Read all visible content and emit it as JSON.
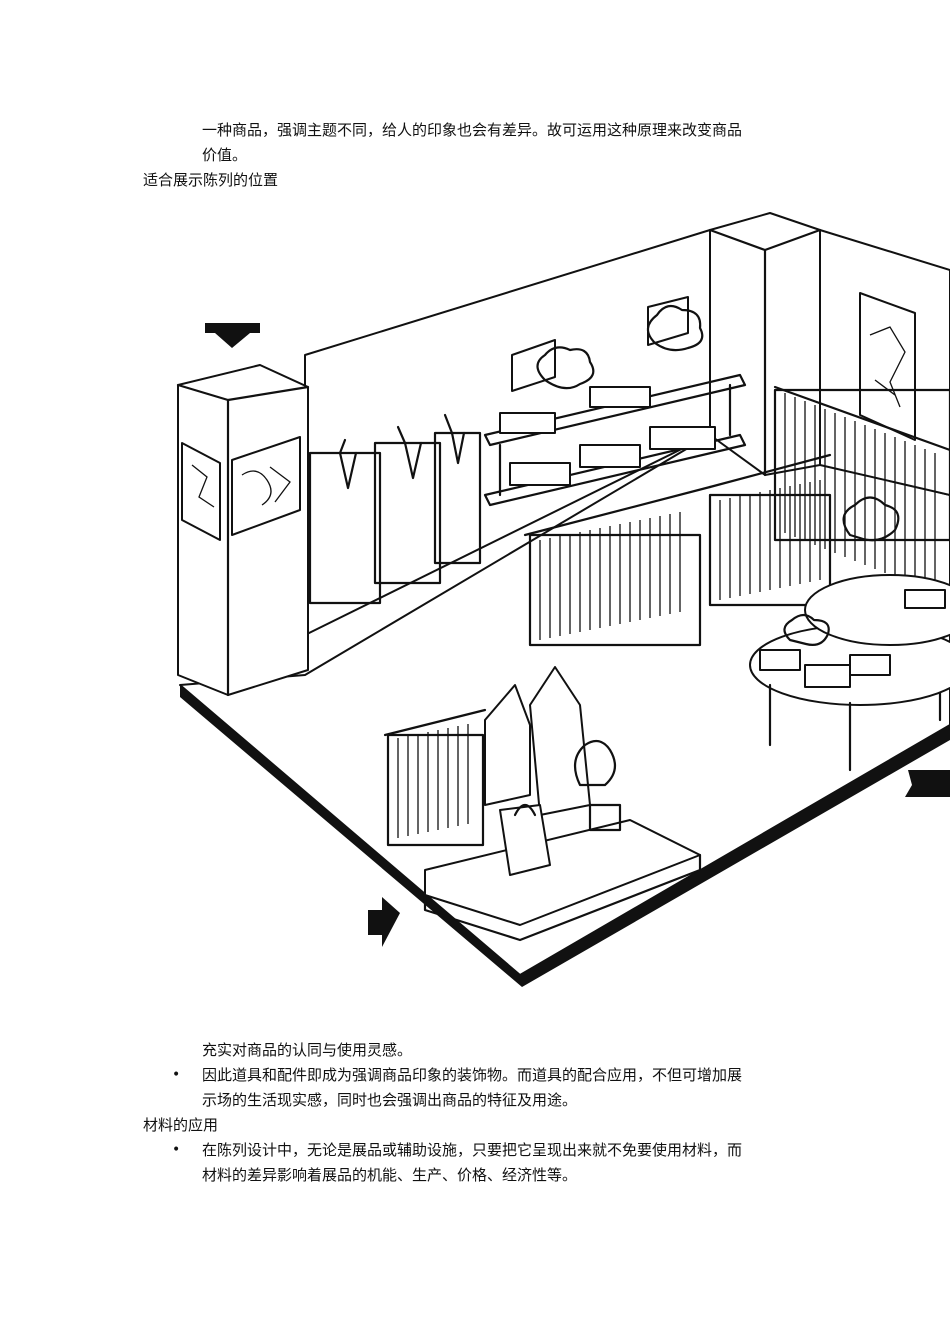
{
  "intro": {
    "line1": "一种商品，强调主题不同，给人的印象也会有差异。故可运用这种原理来改变商品",
    "line2": "价值。"
  },
  "section1": {
    "heading": "适合展示陈列的位置"
  },
  "after_figure": {
    "line1": "充实对商品的认同与使用灵感。",
    "bullet1_line1": "因此道具和配件即成为强调商品印象的装饰物。而道具的配合应用，不但可增加展",
    "bullet1_line2": "示场的生活现实感，同时也会强调出商品的特征及用途。"
  },
  "section2": {
    "heading": "材料的应用",
    "bullet1_line1": "在陈列设计中，无论是展品或辅助设施，只要把它呈现出来就不免要使用材料，而",
    "bullet1_line2": "材料的差异影响着展品的机能、生产、价格、经济性等。"
  },
  "bullet_symbol": "•",
  "figure": {
    "subject": "store-interior-display-illustration"
  }
}
